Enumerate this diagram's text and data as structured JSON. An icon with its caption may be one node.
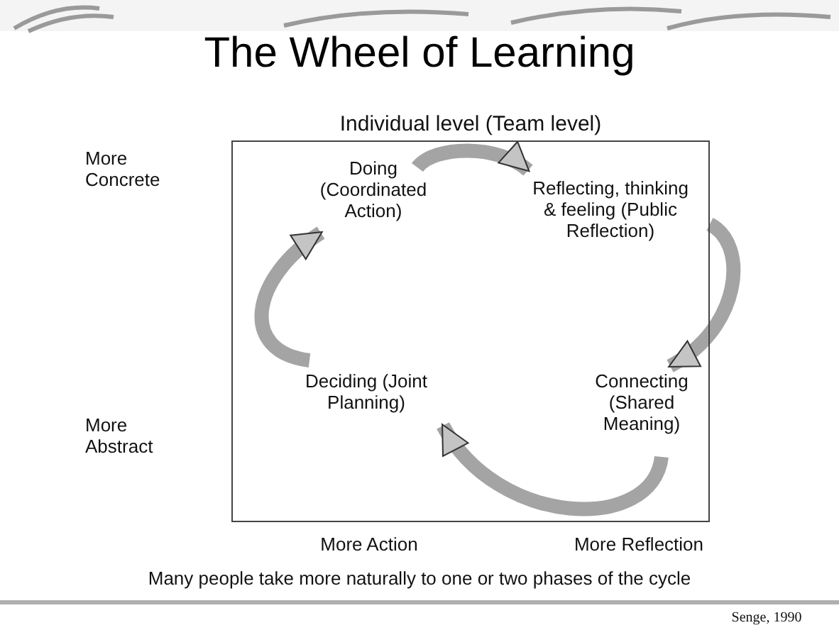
{
  "diagram": {
    "title": "The Wheel of Learning",
    "nodes": [
      {
        "text": [
          "Individual level (Team level)"
        ]
      },
      {
        "text": [
          "Doing (Coordinated Action)"
        ],
        "in": 0
      },
      {
        "text": [
          "Reflecting, thinking & feeling (Public Reflection)"
        ],
        "in": 0
      },
      {
        "text": [
          "Connecting (Shared Meaning)"
        ],
        "in": 0
      },
      {
        "text": [
          "Deciding (Joint Planning)"
        ],
        "in": 0
      }
    ],
    "edges": [
      {
        "from": 1,
        "to": 2,
        "arrow": "to"
      },
      {
        "from": 2,
        "to": 3,
        "arrow": "to"
      },
      {
        "from": 3,
        "to": 4,
        "arrow": "to"
      },
      {
        "from": 4,
        "to": 1,
        "arrow": "to"
      }
    ],
    "labels": [
      "More Concrete",
      "More Abstract",
      "More Action",
      "More Reflection",
      "Many people take more naturally to one or two phases of the cycle",
      "Senge, 1990"
    ]
  }
}
